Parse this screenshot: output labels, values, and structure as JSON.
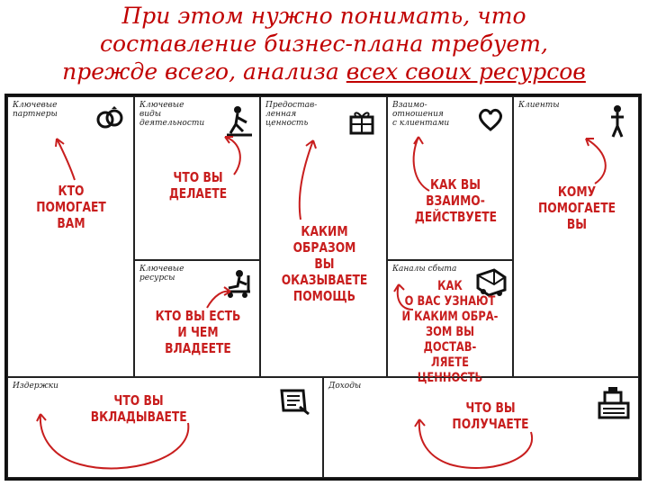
{
  "title": {
    "line1": "При этом нужно понимать, что",
    "line2": "составление бизнес-плана требует,",
    "line3_pre": "прежде всего, анализа ",
    "line3_underlined": "всех своих ресурсов"
  },
  "colors": {
    "accent": "#c81e1e",
    "title": "#c00000",
    "ink": "#222222"
  },
  "blocks": {
    "partners": {
      "label": "Ключевые\nпартнеры",
      "note": "КТО\nПОМОГАЕТ\nВАМ",
      "icon": "rings-icon"
    },
    "activities": {
      "label": "Ключевые\nвиды\nдеятельности",
      "note": "ЧТО ВЫ\nДЕЛАЕТЕ",
      "icon": "worker-icon"
    },
    "resources": {
      "label": "Ключевые\nресурсы",
      "note": "КТО ВЫ ЕСТЬ\nИ ЧЕМ ВЛАДЕЕТЕ",
      "icon": "forklift-icon"
    },
    "value": {
      "label": "Предостав-\nленная\nценность",
      "note": "КАКИМ ОБРАЗОМ\nВЫ ОКАЗЫВАЕТЕ\nПОМОЩЬ",
      "icon": "gift-icon"
    },
    "relationships": {
      "label": "Взаимо-\nотношения\nс клиентами",
      "note": "КАК ВЫ\nВЗАИМО-\nДЕЙСТВУЕТЕ",
      "icon": "heart-icon"
    },
    "channels": {
      "label": "Каналы сбыта",
      "note": "КАК\nО ВАС УЗНАЮТ\nИ КАКИМ ОБРА-\nЗОМ ВЫ ДОСТАВ-\nЛЯЕТЕ ЦЕННОСТЬ",
      "icon": "truck-icon"
    },
    "customers": {
      "label": "Клиенты",
      "note": "КОМУ\nПОМОГАЕТЕ\nВЫ",
      "icon": "person-icon"
    },
    "costs": {
      "label": "Издержки",
      "note": "ЧТО ВЫ\nВКЛАДЫВАЕТЕ",
      "icon": "invoice-icon"
    },
    "revenue": {
      "label": "Доходы",
      "note": "ЧТО ВЫ\nПОЛУЧАЕТЕ",
      "icon": "cash-register-icon"
    }
  }
}
